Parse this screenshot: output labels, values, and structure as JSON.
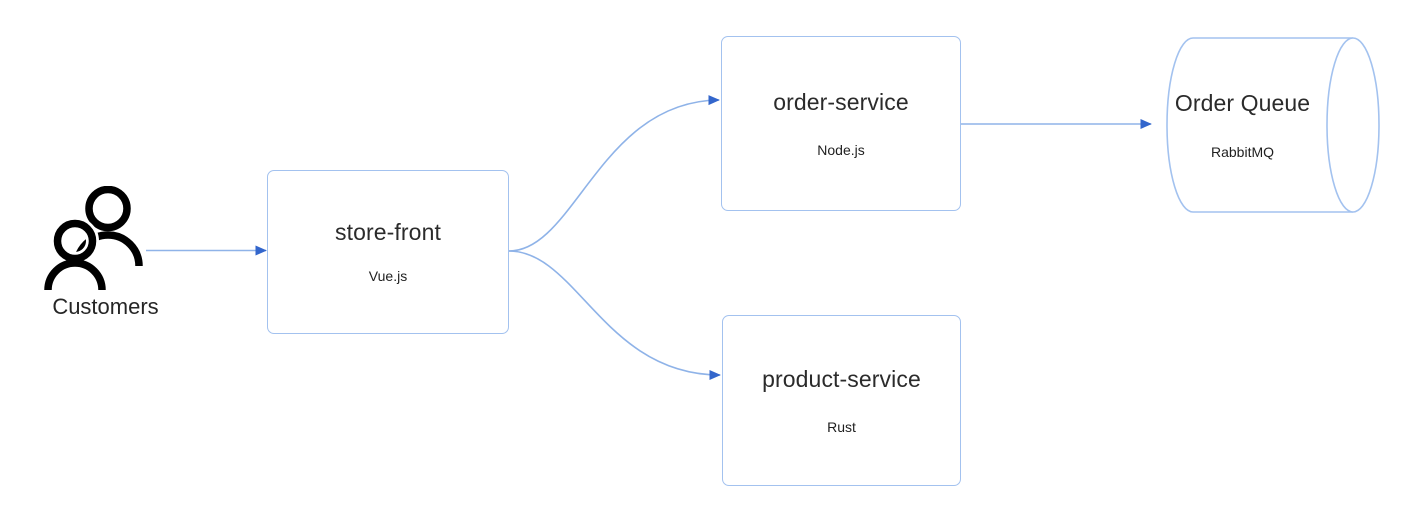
{
  "diagram": {
    "title": "microservices-architecture-diagram",
    "background": "#ffffff",
    "colors": {
      "node_border": "#a3c2ef",
      "node_fill": "#ffffff",
      "edge_line": "#8fb3e8",
      "arrow_head": "#3366cc",
      "title_text": "#2b2b2b",
      "subtitle_text": "#1f1f1f",
      "actor_icon": "#000000",
      "actor_label": "#262626"
    }
  },
  "actor": {
    "name": "customers-actor",
    "label": "Customers",
    "icon": "two-people-icon"
  },
  "nodes": [
    {
      "id": "store-front",
      "shape": "rounded-rectangle",
      "title": "store-front",
      "subtitle": "Vue.js"
    },
    {
      "id": "order-service",
      "shape": "rounded-rectangle",
      "title": "order-service",
      "subtitle": "Node.js"
    },
    {
      "id": "product-service",
      "shape": "rounded-rectangle",
      "title": "product-service",
      "subtitle": "Rust"
    },
    {
      "id": "order-queue",
      "shape": "cylinder",
      "title": "Order Queue",
      "subtitle": "RabbitMQ"
    }
  ],
  "edges": [
    {
      "id": "customers-to-store-front",
      "from": "Customers",
      "to": "store-front",
      "style": "straight-arrow"
    },
    {
      "id": "store-front-to-order-service",
      "from": "store-front",
      "to": "order-service",
      "style": "curved-arrow"
    },
    {
      "id": "store-front-to-product-service",
      "from": "store-front",
      "to": "product-service",
      "style": "curved-arrow"
    },
    {
      "id": "order-service-to-order-queue",
      "from": "order-service",
      "to": "Order Queue",
      "style": "straight-arrow"
    }
  ]
}
